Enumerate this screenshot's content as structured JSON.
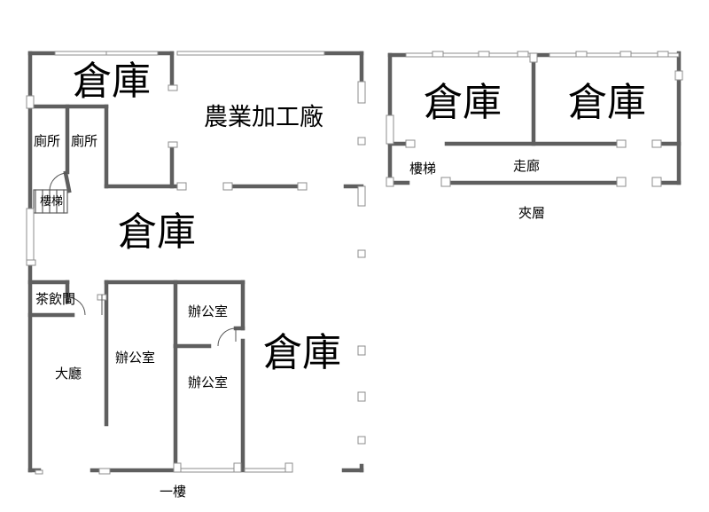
{
  "ground_floor": {
    "caption": "一樓",
    "rooms": {
      "storage_top": "倉庫",
      "processing": "農業加工廠",
      "toilet_1": "廁所",
      "toilet_2": "廁所",
      "stairs": "樓梯",
      "storage_center": "倉庫",
      "tea_room": "茶飲間",
      "lobby": "大廳",
      "office_left": "辦公室",
      "office_top_right": "辦公室",
      "office_bottom_right": "辦公室",
      "storage_right": "倉庫"
    }
  },
  "mezzanine": {
    "caption": "夾層",
    "rooms": {
      "storage_left": "倉庫",
      "storage_right": "倉庫",
      "stairs": "樓梯",
      "corridor": "走廊"
    }
  },
  "colors": {
    "wall": "#5f5f5f",
    "window": "#9a9a9a",
    "background": "#ffffff",
    "text": "#000000"
  }
}
